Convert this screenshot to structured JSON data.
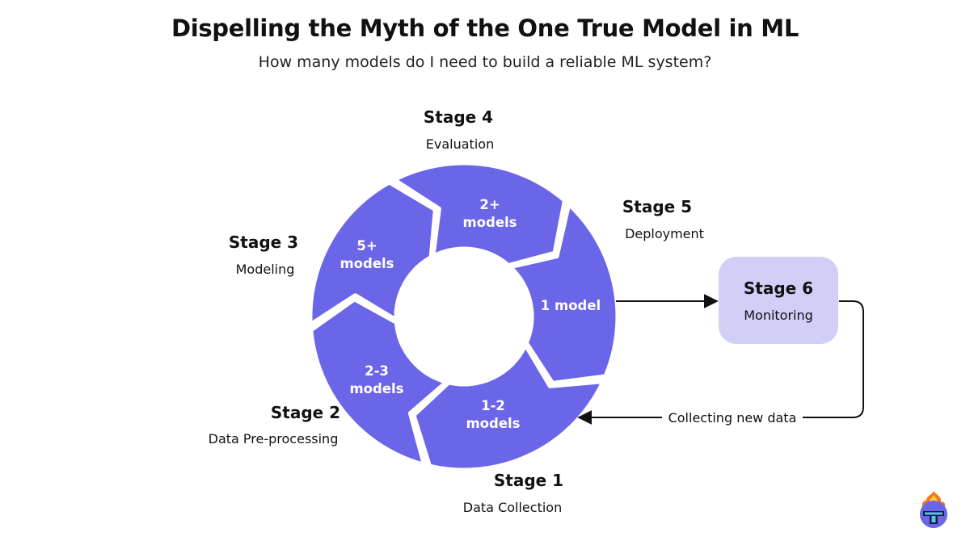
{
  "title": "Dispelling the Myth of the One True Model in ML",
  "subtitle": "How many models do I need to build a reliable ML system?",
  "colors": {
    "segment": "#6b65e8",
    "monitor_box": "#d1cff8",
    "arrow": "#111111"
  },
  "stages": [
    {
      "id": "stage1",
      "name": "Stage 1",
      "desc": "Data Collection",
      "models": [
        "1-2",
        "models"
      ]
    },
    {
      "id": "stage2",
      "name": "Stage 2",
      "desc": "Data Pre-processing",
      "models": [
        "2-3",
        "models"
      ]
    },
    {
      "id": "stage3",
      "name": "Stage 3",
      "desc": "Modeling",
      "models": [
        "5+",
        "models"
      ]
    },
    {
      "id": "stage4",
      "name": "Stage 4",
      "desc": "Evaluation",
      "models": [
        "2+",
        "models"
      ]
    },
    {
      "id": "stage5",
      "name": "Stage 5",
      "desc": "Deployment",
      "models": [
        "1 model"
      ]
    }
  ],
  "monitoring": {
    "name": "Stage 6",
    "desc": "Monitoring"
  },
  "feedback": {
    "label": "Collecting new data"
  },
  "logo": {
    "icon": "fire-helmet-logo-icon"
  }
}
